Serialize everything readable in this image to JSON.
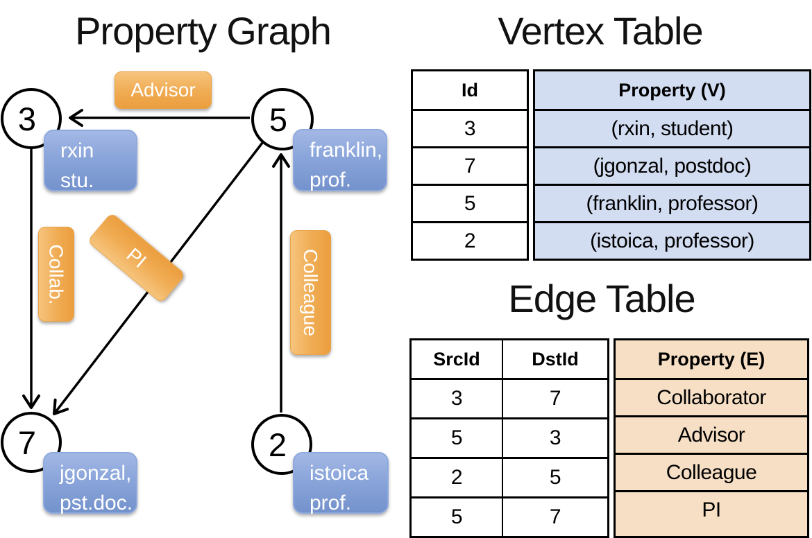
{
  "titles": {
    "graph": "Property Graph",
    "vertex_table": "Vertex Table",
    "edge_table": "Edge Table"
  },
  "graph": {
    "nodes": [
      {
        "id": "3",
        "prop_line1": "rxin",
        "prop_line2": "stu."
      },
      {
        "id": "5",
        "prop_line1": "franklin,",
        "prop_line2": "prof."
      },
      {
        "id": "7",
        "prop_line1": "jgonzal,",
        "prop_line2": "pst.doc."
      },
      {
        "id": "2",
        "prop_line1": "istoica",
        "prop_line2": "prof."
      }
    ],
    "edges": [
      {
        "from": "5",
        "to": "3",
        "label": "Advisor"
      },
      {
        "from": "3",
        "to": "7",
        "label": "Collab."
      },
      {
        "from": "5",
        "to": "7",
        "label": "PI"
      },
      {
        "from": "2",
        "to": "5",
        "label": "Colleague"
      }
    ]
  },
  "vertex_table": {
    "col_id": "Id",
    "col_property": "Property (V)",
    "rows": [
      {
        "id": "3",
        "property": "(rxin, student)"
      },
      {
        "id": "7",
        "property": "(jgonzal, postdoc)"
      },
      {
        "id": "5",
        "property": "(franklin, professor)"
      },
      {
        "id": "2",
        "property": "(istoica, professor)"
      }
    ]
  },
  "edge_table": {
    "col_src": "SrcId",
    "col_dst": "DstId",
    "col_property": "Property (E)",
    "rows": [
      {
        "src": "3",
        "dst": "7",
        "property": "Collaborator"
      },
      {
        "src": "5",
        "dst": "3",
        "property": "Advisor"
      },
      {
        "src": "2",
        "dst": "5",
        "property": "Colleague"
      },
      {
        "src": "5",
        "dst": "7",
        "property": "PI"
      }
    ]
  },
  "colors": {
    "edge_label_orange": "#f0ab52",
    "vertex_box_blue": "#8aa5da",
    "vertex_cell_blue": "#d3ddf2",
    "edge_cell_tan": "#f6dfc5",
    "line_black": "#000000"
  }
}
